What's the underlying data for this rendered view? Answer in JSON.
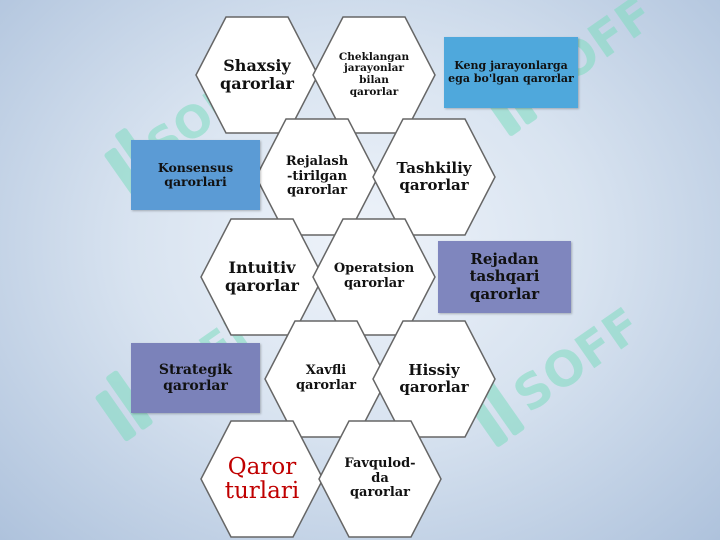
{
  "title": {
    "text": "Qaror\nturlari",
    "color": "#c00000"
  },
  "watermark": {
    "text": "SOFF",
    "color": "#7fdcc0"
  },
  "hexagons": [
    {
      "label": "Shaxsiy\nqarorlar"
    },
    {
      "label": "Cheklangan\njarayonlar\nbilan\nqarorlar"
    },
    {
      "label": "Rejalash\n-tirilgan\nqarorlar"
    },
    {
      "label": "Tashkiliy\nqarorlar"
    },
    {
      "label": "Intuitiv\nqarorlar"
    },
    {
      "label": "Operatsion\nqarorlar"
    },
    {
      "label": "Xavfli\nqarorlar"
    },
    {
      "label": "Hissiy\nqarorlar"
    },
    {
      "label": "Favqulod-\nda\nqarorlar"
    }
  ],
  "boxes": [
    {
      "label": "Keng jarayonlarga\nega bo'lgan qarorlar",
      "color": "#4fa8dc"
    },
    {
      "label": "Konsensus\nqarorlari",
      "color": "#5b9bd5"
    },
    {
      "label": "Rejadan\ntashqari\nqarorlar",
      "color": "#7f86be"
    },
    {
      "label": "Strategik\nqarorlar",
      "color": "#7b82ba"
    }
  ]
}
